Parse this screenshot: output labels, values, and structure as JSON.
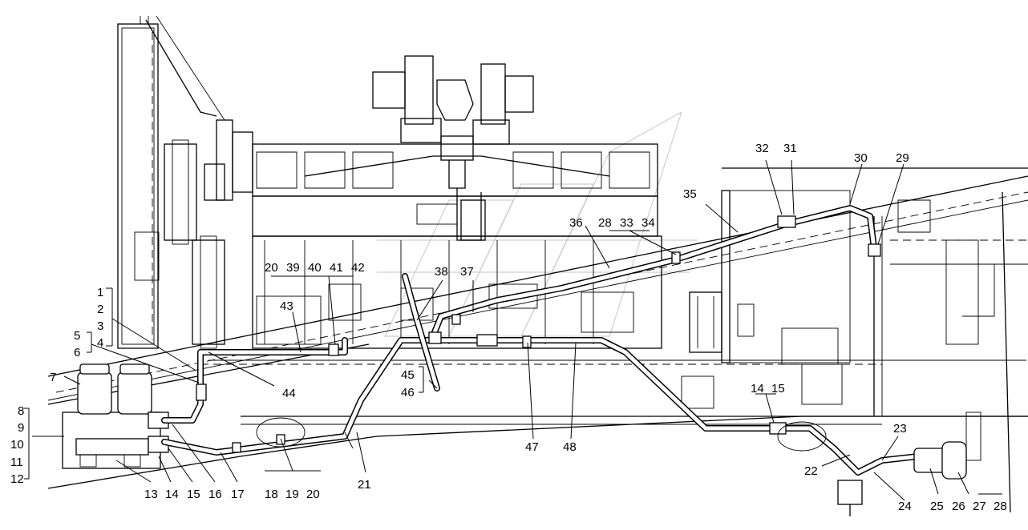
{
  "labels": [
    "1",
    "2",
    "3",
    "4",
    "5",
    "6",
    "7",
    "8",
    "9",
    "10",
    "11",
    "12",
    "13",
    "14",
    "15",
    "16",
    "17",
    "18",
    "19",
    "20",
    "21",
    "22",
    "23",
    "24",
    "25",
    "26",
    "27",
    "28",
    "29",
    "30",
    "31",
    "32",
    "33",
    "34",
    "35",
    "36",
    "37",
    "38",
    "39",
    "40",
    "41",
    "42",
    "43",
    "44",
    "45",
    "46",
    "47",
    "48"
  ],
  "colors": {
    "line": "#000000",
    "background": "#ffffff",
    "watermark": "#cfcfcf"
  }
}
